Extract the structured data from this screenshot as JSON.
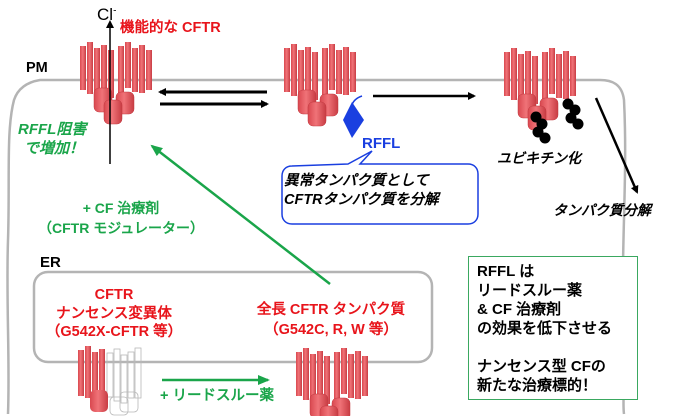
{
  "colors": {
    "cftr_red": "#e8565c",
    "cftr_red_dark": "#c93d44",
    "label_red": "#e8141b",
    "green": "#1aa54a",
    "blue": "#1a3fe0",
    "membrane_gray": "#b4b4b4",
    "black": "#000000"
  },
  "labels": {
    "chloride": "Cl",
    "chloride_sup": "-",
    "functional_cftr": "機能的な CFTR",
    "pm": "PM",
    "er": "ER",
    "rffl_inhibition_1": "RFFL阻害",
    "rffl_inhibition_2": "で増加！",
    "rffl": "RFFL",
    "callout_line1": "異常タンパク質として",
    "callout_line2": "CFTRタンパク質を分解",
    "ubiquitination": "ユビキチン化",
    "degradation": "タンパク質分解",
    "cf_therapy_1": "+ CF 治療剤",
    "cf_therapy_2": "（CFTR モジュレーター）",
    "nonsense_1": "CFTR",
    "nonsense_2": "ナンセンス変異体",
    "nonsense_3": "（G542X-CFTR 等）",
    "fulllength_1": "全長 CFTR タンパク質",
    "fulllength_2": "（G542C, R, W 等）",
    "readthrough": "+ リードスルー薬"
  },
  "summary": {
    "lines": [
      "RFFL は",
      "リードスルー薬",
      "& CF 治療剤",
      "の効果を低下させる",
      "",
      "ナンセンス型 CFの",
      "新たな治療標的！"
    ]
  }
}
